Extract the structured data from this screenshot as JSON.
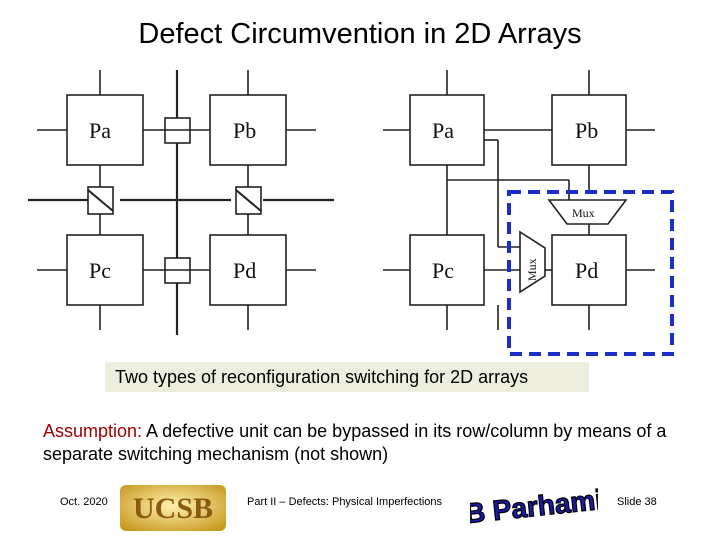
{
  "title": "Defect Circumvention in 2D Arrays",
  "diagram": {
    "left_labels": {
      "pa": "Pa",
      "pb": "Pb",
      "pc": "Pc",
      "pd": "Pd"
    },
    "right_labels": {
      "pa": "Pa",
      "pb": "Pb",
      "pc": "Pc",
      "pd": "Pd"
    },
    "mux_label_horizontal": "Mux",
    "mux_label_vertical": "Mux",
    "highlight_color": "#1b2fc8"
  },
  "caption": "Two types of reconfiguration switching for 2D arrays",
  "assumption": {
    "label": "Assumption:",
    "text": " A defective unit can be bypassed in its row/column by means of a separate switching mechanism (not shown)"
  },
  "footer": {
    "date": "Oct. 2020",
    "logo_text": "UCSB",
    "center": "Part II – Defects: Physical Imperfections",
    "author": "B Parhami",
    "slide": "Slide 38"
  }
}
